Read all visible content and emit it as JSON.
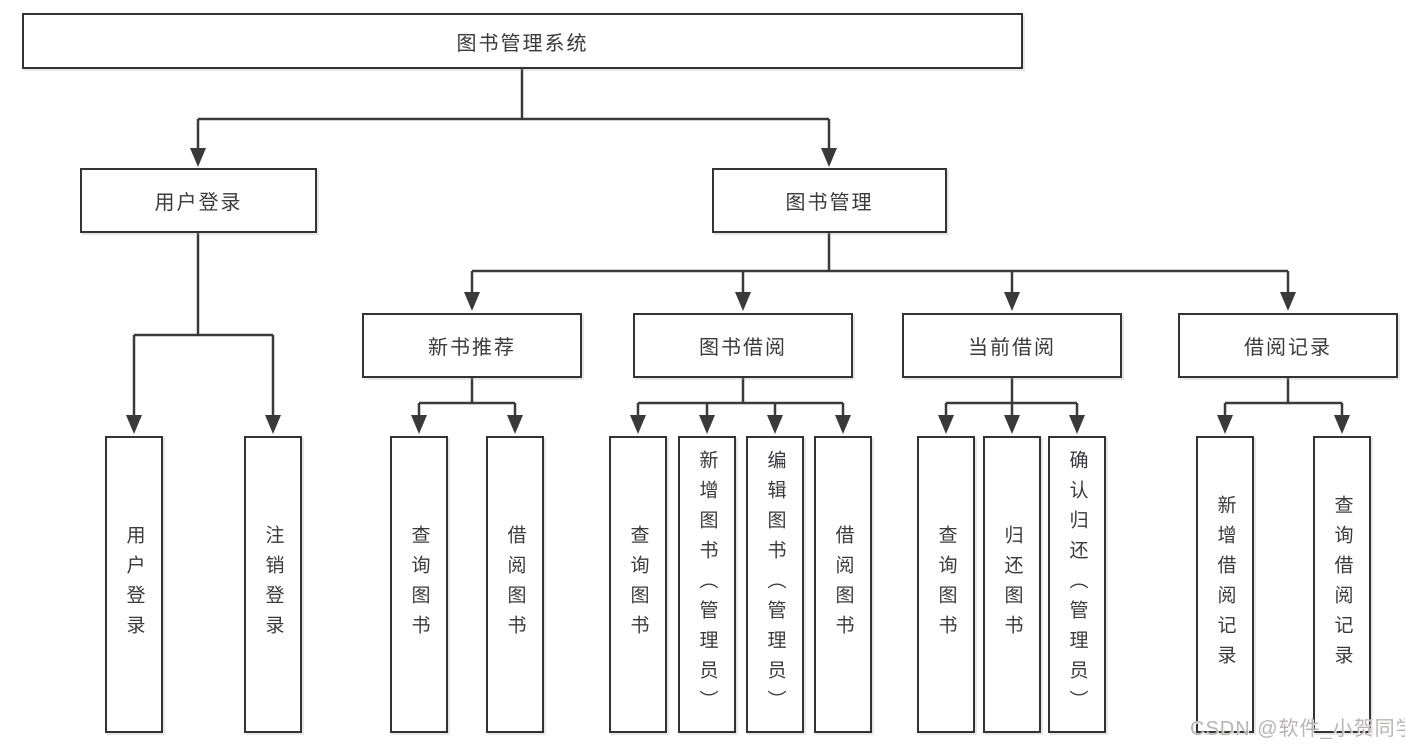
{
  "colors": {
    "line": "#3a3a3a",
    "border": "#333333",
    "text": "#3a3a3e",
    "watermark": "#b9b3b3",
    "background": "#ffffff"
  },
  "watermark": "CSDN @软件_小贺同学",
  "tree": {
    "root": {
      "label": "图书管理系统"
    },
    "branches": [
      {
        "label": "用户登录",
        "children": [
          {
            "label": "用户登录"
          },
          {
            "label": "注销登录"
          }
        ]
      },
      {
        "label": "图书管理",
        "children": [
          {
            "label": "新书推荐",
            "children": [
              {
                "label": "查询图书"
              },
              {
                "label": "借阅图书"
              }
            ]
          },
          {
            "label": "图书借阅",
            "children": [
              {
                "label": "查询图书"
              },
              {
                "label": "新增图书（管理员）"
              },
              {
                "label": "编辑图书（管理员）"
              },
              {
                "label": "借阅图书"
              }
            ]
          },
          {
            "label": "当前借阅",
            "children": [
              {
                "label": "查询图书"
              },
              {
                "label": "归还图书"
              },
              {
                "label": "确认归还（管理员）"
              }
            ]
          },
          {
            "label": "借阅记录",
            "children": [
              {
                "label": "新增借阅记录"
              },
              {
                "label": "查询借阅记录"
              }
            ]
          }
        ]
      }
    ]
  }
}
